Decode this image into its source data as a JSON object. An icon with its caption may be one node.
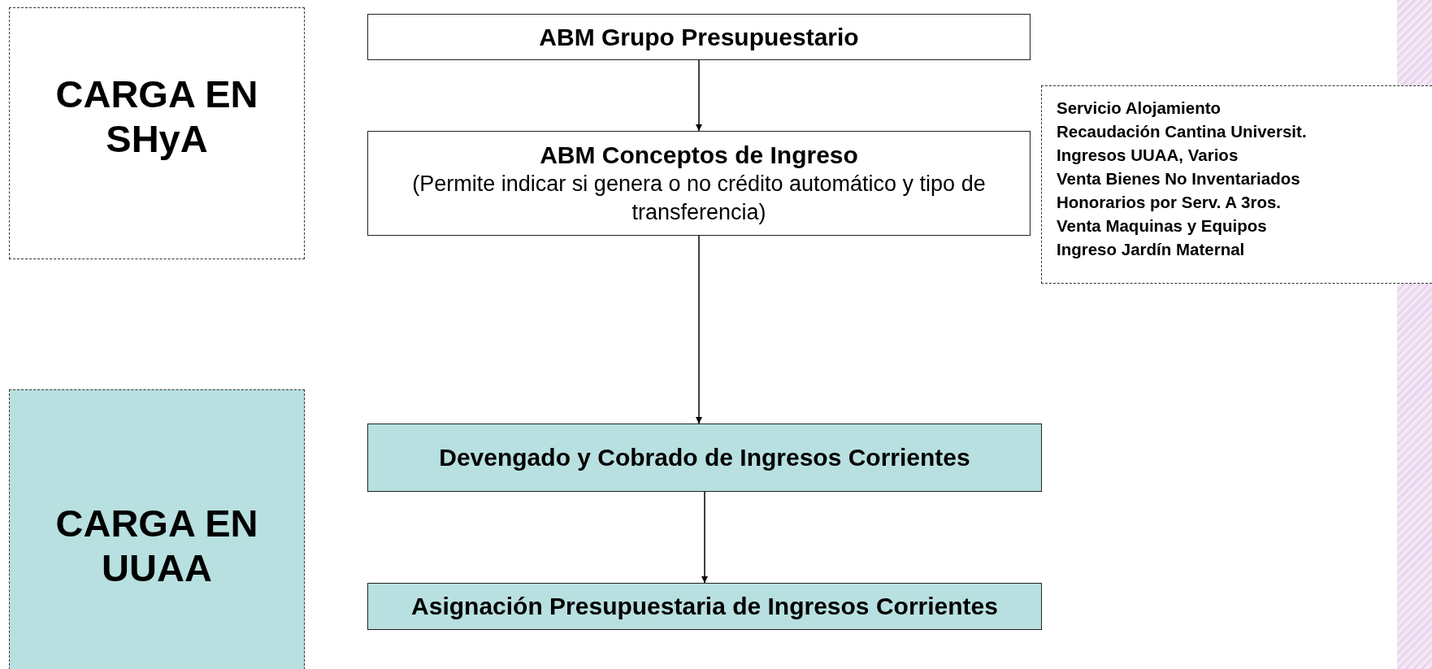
{
  "diagram": {
    "nodes": [
      {
        "text": [
          "CARGA EN SHyA"
        ]
      },
      {
        "text": [
          "ABM Grupo Presupuestario"
        ]
      },
      {
        "text": [
          "ABM Conceptos de Ingreso",
          "(Permite indicar si genera o no crédito automático y tipo de transferencia)"
        ]
      },
      {
        "text": [
          "Servicio Alojamiento",
          "Recaudación Cantina Universit.",
          "Ingresos UUAA, Varios",
          "Venta Bienes No Inventariados",
          "Honorarios por Serv. A 3ros.",
          "Venta Maquinas y Equipos",
          "Ingreso Jardín Maternal"
        ]
      },
      {
        "text": [
          "CARGA EN UUAA"
        ]
      },
      {
        "text": [
          "Devengado y Cobrado de Ingresos Corrientes"
        ]
      },
      {
        "text": [
          "Asignación Presupuestaria de Ingresos Corrientes"
        ]
      }
    ],
    "edges": [
      {
        "from": 1,
        "to": 2,
        "arrow": "to"
      },
      {
        "from": 2,
        "to": 5,
        "arrow": "to"
      },
      {
        "from": 5,
        "to": 6,
        "arrow": "to"
      }
    ]
  }
}
